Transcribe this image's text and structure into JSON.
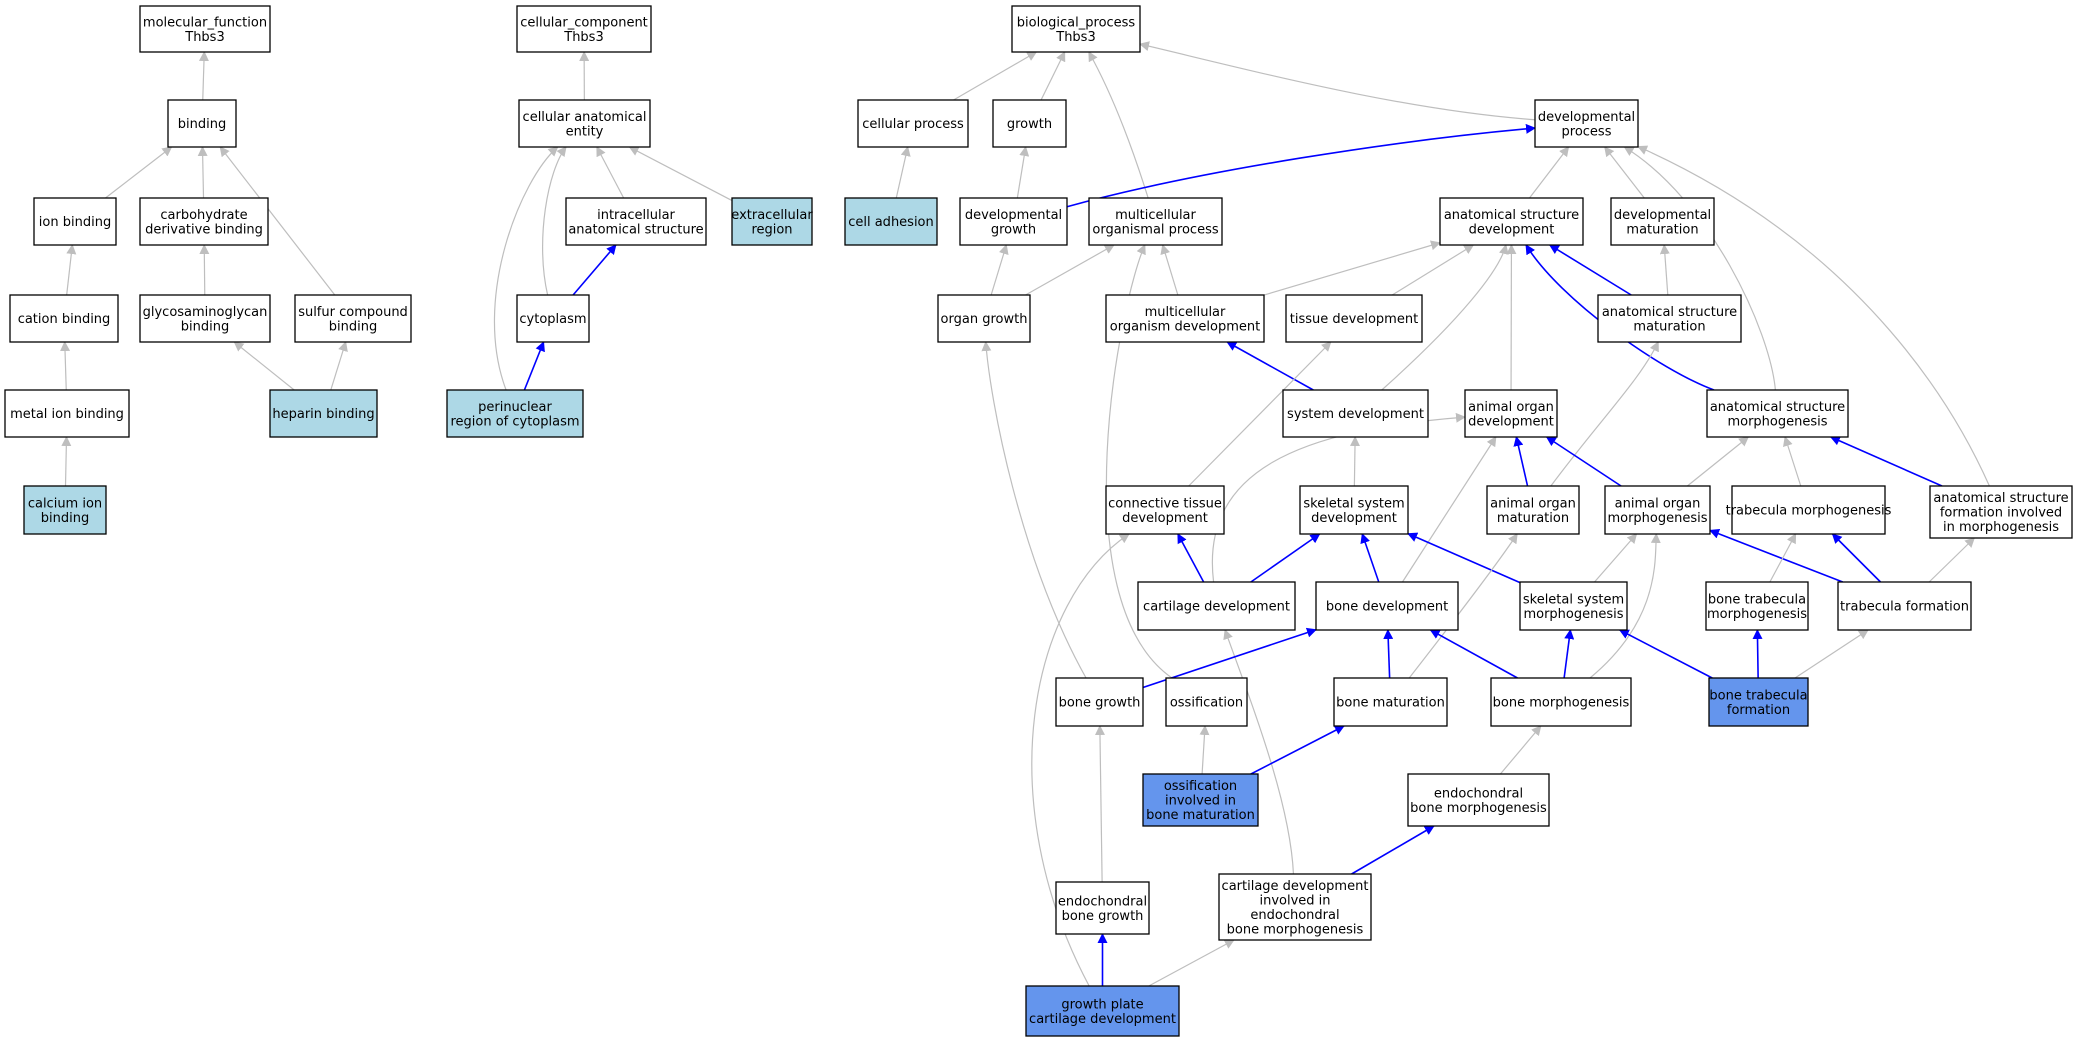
{
  "colors": {
    "plain": "#ffffff",
    "highlight": "#add8e6",
    "selected": "#6495ed",
    "edge_gray": "#bebebe",
    "edge_blue": "#0000ff"
  },
  "nodes": [
    {
      "id": "mf",
      "lines": [
        "molecular_function",
        "Thbs3"
      ],
      "style": "plain"
    },
    {
      "id": "binding",
      "lines": [
        "binding"
      ],
      "style": "plain"
    },
    {
      "id": "ion_binding",
      "lines": [
        "ion binding"
      ],
      "style": "plain"
    },
    {
      "id": "carb_binding",
      "lines": [
        "carbohydrate",
        "derivative binding"
      ],
      "style": "plain"
    },
    {
      "id": "cation_binding",
      "lines": [
        "cation binding"
      ],
      "style": "plain"
    },
    {
      "id": "gag_binding",
      "lines": [
        "glycosaminoglycan",
        "binding"
      ],
      "style": "plain"
    },
    {
      "id": "sulfur_binding",
      "lines": [
        "sulfur compound",
        "binding"
      ],
      "style": "plain"
    },
    {
      "id": "metal_binding",
      "lines": [
        "metal ion binding"
      ],
      "style": "plain"
    },
    {
      "id": "heparin_binding",
      "lines": [
        "heparin binding"
      ],
      "style": "highlight"
    },
    {
      "id": "calcium_binding",
      "lines": [
        "calcium ion",
        "binding"
      ],
      "style": "highlight"
    },
    {
      "id": "cc",
      "lines": [
        "cellular_component",
        "Thbs3"
      ],
      "style": "plain"
    },
    {
      "id": "cae",
      "lines": [
        "cellular anatomical",
        "entity"
      ],
      "style": "plain"
    },
    {
      "id": "ias",
      "lines": [
        "intracellular",
        "anatomical structure"
      ],
      "style": "plain"
    },
    {
      "id": "ecr",
      "lines": [
        "extracellular",
        "region"
      ],
      "style": "highlight"
    },
    {
      "id": "cytoplasm",
      "lines": [
        "cytoplasm"
      ],
      "style": "plain"
    },
    {
      "id": "perinuclear",
      "lines": [
        "perinuclear",
        "region of cytoplasm"
      ],
      "style": "highlight"
    },
    {
      "id": "bp",
      "lines": [
        "biological_process",
        "Thbs3"
      ],
      "style": "plain"
    },
    {
      "id": "cell_process",
      "lines": [
        "cellular process"
      ],
      "style": "plain"
    },
    {
      "id": "growth",
      "lines": [
        "growth"
      ],
      "style": "plain"
    },
    {
      "id": "dev_process",
      "lines": [
        "developmental",
        "process"
      ],
      "style": "plain"
    },
    {
      "id": "cell_adhesion",
      "lines": [
        "cell adhesion"
      ],
      "style": "highlight"
    },
    {
      "id": "dev_growth",
      "lines": [
        "developmental",
        "growth"
      ],
      "style": "plain"
    },
    {
      "id": "mc_process",
      "lines": [
        "multicellular",
        "organismal process"
      ],
      "style": "plain"
    },
    {
      "id": "asd",
      "lines": [
        "anatomical structure",
        "development"
      ],
      "style": "plain"
    },
    {
      "id": "dev_maturation",
      "lines": [
        "developmental",
        "maturation"
      ],
      "style": "plain"
    },
    {
      "id": "organ_growth",
      "lines": [
        "organ growth"
      ],
      "style": "plain"
    },
    {
      "id": "mc_org_dev",
      "lines": [
        "multicellular",
        "organism development"
      ],
      "style": "plain"
    },
    {
      "id": "tissue_dev",
      "lines": [
        "tissue development"
      ],
      "style": "plain"
    },
    {
      "id": "as_maturation",
      "lines": [
        "anatomical structure",
        "maturation"
      ],
      "style": "plain"
    },
    {
      "id": "system_dev",
      "lines": [
        "system development"
      ],
      "style": "plain"
    },
    {
      "id": "ao_dev",
      "lines": [
        "animal organ",
        "development"
      ],
      "style": "plain"
    },
    {
      "id": "as_morph",
      "lines": [
        "anatomical structure",
        "morphogenesis"
      ],
      "style": "plain"
    },
    {
      "id": "ct_dev",
      "lines": [
        "connective tissue",
        "development"
      ],
      "style": "plain"
    },
    {
      "id": "ss_dev",
      "lines": [
        "skeletal system",
        "development"
      ],
      "style": "plain"
    },
    {
      "id": "ao_mat",
      "lines": [
        "animal organ",
        "maturation"
      ],
      "style": "plain"
    },
    {
      "id": "ao_morph",
      "lines": [
        "animal organ",
        "morphogenesis"
      ],
      "style": "plain"
    },
    {
      "id": "trab_morph",
      "lines": [
        "trabecula morphogenesis"
      ],
      "style": "plain"
    },
    {
      "id": "asf_morph",
      "lines": [
        "anatomical structure",
        "formation involved",
        "in morphogenesis"
      ],
      "style": "plain"
    },
    {
      "id": "cart_dev",
      "lines": [
        "cartilage development"
      ],
      "style": "plain"
    },
    {
      "id": "bone_dev",
      "lines": [
        "bone development"
      ],
      "style": "plain"
    },
    {
      "id": "ss_morph",
      "lines": [
        "skeletal system",
        "morphogenesis"
      ],
      "style": "plain"
    },
    {
      "id": "bt_morph",
      "lines": [
        "bone trabecula",
        "morphogenesis"
      ],
      "style": "plain"
    },
    {
      "id": "trab_form",
      "lines": [
        "trabecula formation"
      ],
      "style": "plain"
    },
    {
      "id": "bone_growth",
      "lines": [
        "bone growth"
      ],
      "style": "plain"
    },
    {
      "id": "ossification",
      "lines": [
        "ossification"
      ],
      "style": "plain"
    },
    {
      "id": "bone_mat",
      "lines": [
        "bone maturation"
      ],
      "style": "plain"
    },
    {
      "id": "bone_morph",
      "lines": [
        "bone morphogenesis"
      ],
      "style": "plain"
    },
    {
      "id": "bt_form",
      "lines": [
        "bone trabecula",
        "formation"
      ],
      "style": "selected"
    },
    {
      "id": "oss_bm",
      "lines": [
        "ossification",
        "involved in",
        "bone maturation"
      ],
      "style": "selected"
    },
    {
      "id": "endo_bm",
      "lines": [
        "endochondral",
        "bone morphogenesis"
      ],
      "style": "plain"
    },
    {
      "id": "endo_bg",
      "lines": [
        "endochondral",
        "bone growth"
      ],
      "style": "plain"
    },
    {
      "id": "cd_endo",
      "lines": [
        "cartilage development",
        "involved in",
        "endochondral",
        "bone morphogenesis"
      ],
      "style": "plain"
    },
    {
      "id": "gpc_dev",
      "lines": [
        "growth plate",
        "cartilage development"
      ],
      "style": "selected"
    }
  ],
  "edges": [
    {
      "from": "binding",
      "to": "mf",
      "color": "gray"
    },
    {
      "from": "ion_binding",
      "to": "binding",
      "color": "gray"
    },
    {
      "from": "carb_binding",
      "to": "binding",
      "color": "gray"
    },
    {
      "from": "sulfur_binding",
      "to": "binding",
      "color": "gray"
    },
    {
      "from": "cation_binding",
      "to": "ion_binding",
      "color": "gray"
    },
    {
      "from": "gag_binding",
      "to": "carb_binding",
      "color": "gray"
    },
    {
      "from": "metal_binding",
      "to": "cation_binding",
      "color": "gray"
    },
    {
      "from": "heparin_binding",
      "to": "gag_binding",
      "color": "gray"
    },
    {
      "from": "heparin_binding",
      "to": "sulfur_binding",
      "color": "gray"
    },
    {
      "from": "calcium_binding",
      "to": "metal_binding",
      "color": "gray"
    },
    {
      "from": "cae",
      "to": "cc",
      "color": "gray"
    },
    {
      "from": "ias",
      "to": "cae",
      "color": "gray"
    },
    {
      "from": "ecr",
      "to": "cae",
      "color": "gray"
    },
    {
      "from": "cytoplasm",
      "to": "cae",
      "color": "gray"
    },
    {
      "from": "perinuclear",
      "to": "cae",
      "color": "gray"
    },
    {
      "from": "cytoplasm",
      "to": "ias",
      "color": "blue"
    },
    {
      "from": "perinuclear",
      "to": "cytoplasm",
      "color": "blue"
    },
    {
      "from": "cell_process",
      "to": "bp",
      "color": "gray"
    },
    {
      "from": "growth",
      "to": "bp",
      "color": "gray"
    },
    {
      "from": "dev_process",
      "to": "bp",
      "color": "gray"
    },
    {
      "from": "mc_process",
      "to": "bp",
      "color": "gray"
    },
    {
      "from": "cell_adhesion",
      "to": "cell_process",
      "color": "gray"
    },
    {
      "from": "dev_growth",
      "to": "growth",
      "color": "gray"
    },
    {
      "from": "dev_growth",
      "to": "dev_process",
      "color": "blue"
    },
    {
      "from": "asd",
      "to": "dev_process",
      "color": "gray"
    },
    {
      "from": "dev_maturation",
      "to": "dev_process",
      "color": "gray"
    },
    {
      "from": "as_morph",
      "to": "dev_process",
      "color": "gray"
    },
    {
      "from": "asf_morph",
      "to": "dev_process",
      "color": "gray"
    },
    {
      "from": "organ_growth",
      "to": "dev_growth",
      "color": "gray"
    },
    {
      "from": "organ_growth",
      "to": "mc_process",
      "color": "gray"
    },
    {
      "from": "mc_org_dev",
      "to": "mc_process",
      "color": "gray"
    },
    {
      "from": "ossification",
      "to": "mc_process",
      "color": "gray"
    },
    {
      "from": "mc_org_dev",
      "to": "asd",
      "color": "gray"
    },
    {
      "from": "tissue_dev",
      "to": "asd",
      "color": "gray"
    },
    {
      "from": "system_dev",
      "to": "asd",
      "color": "gray"
    },
    {
      "from": "ao_dev",
      "to": "asd",
      "color": "gray"
    },
    {
      "from": "as_maturation",
      "to": "asd",
      "color": "blue"
    },
    {
      "from": "as_morph",
      "to": "asd",
      "color": "blue"
    },
    {
      "from": "as_maturation",
      "to": "dev_maturation",
      "color": "gray"
    },
    {
      "from": "system_dev",
      "to": "mc_org_dev",
      "color": "blue"
    },
    {
      "from": "ct_dev",
      "to": "tissue_dev",
      "color": "gray"
    },
    {
      "from": "ao_mat",
      "to": "as_maturation",
      "color": "gray"
    },
    {
      "from": "ss_dev",
      "to": "system_dev",
      "color": "gray"
    },
    {
      "from": "ao_mat",
      "to": "ao_dev",
      "color": "blue"
    },
    {
      "from": "ao_morph",
      "to": "ao_dev",
      "color": "blue"
    },
    {
      "from": "cart_dev",
      "to": "ao_dev",
      "color": "gray"
    },
    {
      "from": "bone_dev",
      "to": "ao_dev",
      "color": "gray"
    },
    {
      "from": "ao_morph",
      "to": "as_morph",
      "color": "gray"
    },
    {
      "from": "trab_morph",
      "to": "as_morph",
      "color": "gray"
    },
    {
      "from": "asf_morph",
      "to": "as_morph",
      "color": "blue"
    },
    {
      "from": "cart_dev",
      "to": "ct_dev",
      "color": "blue"
    },
    {
      "from": "gpc_dev",
      "to": "ct_dev",
      "color": "gray"
    },
    {
      "from": "cart_dev",
      "to": "ss_dev",
      "color": "blue"
    },
    {
      "from": "bone_dev",
      "to": "ss_dev",
      "color": "blue"
    },
    {
      "from": "ss_morph",
      "to": "ss_dev",
      "color": "blue"
    },
    {
      "from": "bone_mat",
      "to": "ao_mat",
      "color": "gray"
    },
    {
      "from": "ss_morph",
      "to": "ao_morph",
      "color": "gray"
    },
    {
      "from": "bone_morph",
      "to": "ao_morph",
      "color": "gray"
    },
    {
      "from": "trab_form",
      "to": "ao_morph",
      "color": "blue"
    },
    {
      "from": "bt_morph",
      "to": "trab_morph",
      "color": "gray"
    },
    {
      "from": "trab_form",
      "to": "trab_morph",
      "color": "blue"
    },
    {
      "from": "trab_form",
      "to": "asf_morph",
      "color": "gray"
    },
    {
      "from": "cd_endo",
      "to": "cart_dev",
      "color": "gray"
    },
    {
      "from": "bone_growth",
      "to": "bone_dev",
      "color": "blue"
    },
    {
      "from": "bone_mat",
      "to": "bone_dev",
      "color": "blue"
    },
    {
      "from": "bone_morph",
      "to": "bone_dev",
      "color": "blue"
    },
    {
      "from": "bone_morph",
      "to": "ss_morph",
      "color": "blue"
    },
    {
      "from": "bt_form",
      "to": "ss_morph",
      "color": "blue"
    },
    {
      "from": "bt_form",
      "to": "bt_morph",
      "color": "blue"
    },
    {
      "from": "bt_form",
      "to": "trab_form",
      "color": "gray"
    },
    {
      "from": "bone_growth",
      "to": "organ_growth",
      "color": "gray"
    },
    {
      "from": "oss_bm",
      "to": "ossification",
      "color": "gray"
    },
    {
      "from": "oss_bm",
      "to": "bone_mat",
      "color": "blue"
    },
    {
      "from": "endo_bm",
      "to": "bone_morph",
      "color": "gray"
    },
    {
      "from": "cd_endo",
      "to": "endo_bm",
      "color": "blue"
    },
    {
      "from": "endo_bg",
      "to": "bone_growth",
      "color": "gray"
    },
    {
      "from": "gpc_dev",
      "to": "endo_bg",
      "color": "blue"
    },
    {
      "from": "gpc_dev",
      "to": "cd_endo",
      "color": "gray"
    }
  ]
}
